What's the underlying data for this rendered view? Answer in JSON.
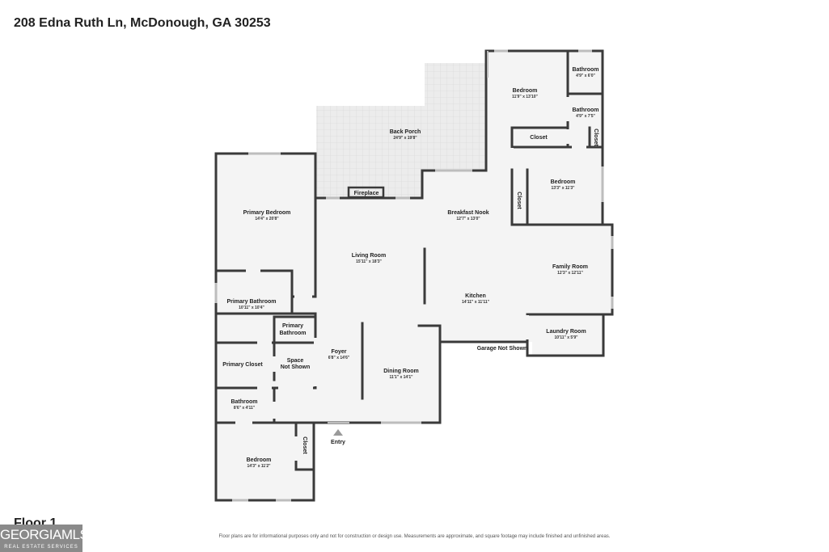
{
  "address": "208 Edna Ruth Ln, McDonough, GA 30253",
  "floor_label": "Floor 1",
  "disclaimer": "Floor plans are for informational purposes only and not for construction or design use. Measurements are approximate, and square footage may include finished and unfinished areas.",
  "logo": {
    "main": "GEORGIAMLS",
    "sub": "REAL ESTATE SERVICES"
  },
  "colors": {
    "wall": "#3a3a3a",
    "floor": "#f4f4f4",
    "porch": "#ececec",
    "window": "#bdbdbd"
  },
  "rooms": {
    "back_porch": {
      "name": "Back Porch",
      "dim": "24'9\" x 19'8\""
    },
    "bedroom_ne": {
      "name": "Bedroom",
      "dim": "11'9\" x 13'10\""
    },
    "bathroom_ne_top": {
      "name": "Bathroom",
      "dim": "4'9\" x 6'0\""
    },
    "bathroom_ne_mid": {
      "name": "Bathroom",
      "dim": "4'9\" x 7'5\""
    },
    "closet_ne": {
      "name": "Closet"
    },
    "closet_ne_small": {
      "name": "Closet"
    },
    "bedroom_e": {
      "name": "Bedroom",
      "dim": "13'3\" x 11'3\""
    },
    "closet_e": {
      "name": "Closet"
    },
    "fireplace": {
      "name": "Fireplace"
    },
    "breakfast_nook": {
      "name": "Breakfast Nook",
      "dim": "12'7\" x 13'0\""
    },
    "primary_bedroom": {
      "name": "Primary Bedroom",
      "dim": "14'4\" x 20'8\""
    },
    "living_room": {
      "name": "Living Room",
      "dim": "15'11\" x 18'3\""
    },
    "family_room": {
      "name": "Family Room",
      "dim": "12'3\" x 12'11\""
    },
    "kitchen": {
      "name": "Kitchen",
      "dim": "14'11\" x 11'11\""
    },
    "primary_bathroom": {
      "name": "Primary Bathroom",
      "dim": "10'11\" x 10'4\""
    },
    "primary_bathroom_small": {
      "name_line1": "Primary",
      "name_line2": "Bathroom"
    },
    "laundry_room": {
      "name": "Laundry Room",
      "dim": "10'11\" x 5'9\""
    },
    "garage": {
      "name": "Garage Not Shown"
    },
    "foyer": {
      "name": "Foyer",
      "dim": "6'8\" x 14'6\""
    },
    "primary_closet": {
      "name": "Primary Closet"
    },
    "space_not_shown": {
      "name_line1": "Space",
      "name_line2": "Not Shown"
    },
    "dining_room": {
      "name": "Dining Room",
      "dim": "11'1\" x 14'1\""
    },
    "bathroom_w": {
      "name": "Bathroom",
      "dim": "8'6\" x 4'11\""
    },
    "entry": {
      "name": "Entry"
    },
    "closet_sw": {
      "name": "Closet"
    },
    "bedroom_sw": {
      "name": "Bedroom",
      "dim": "14'3\" x 11'2\""
    }
  }
}
